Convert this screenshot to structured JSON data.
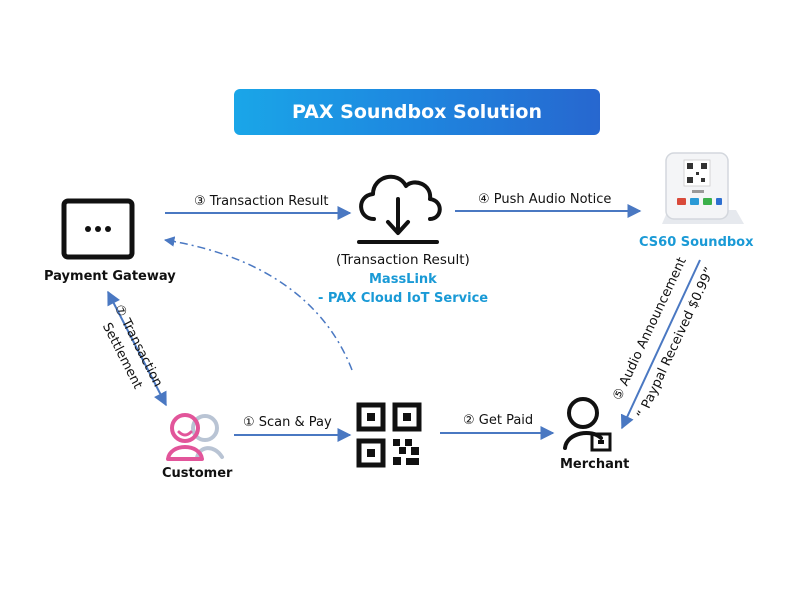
{
  "title": "PAX Soundbox Solution",
  "nodes": {
    "payment_gateway": "Payment Gateway",
    "cloud_caption": "(Transaction Result)",
    "masslink": "MassLink",
    "pax_cloud": "- PAX Cloud IoT Service",
    "soundbox": "CS60 Soundbox",
    "customer": "Customer",
    "merchant": "Merchant"
  },
  "edges": {
    "transaction_result": "③ Transaction Result",
    "push_audio_notice": "④ Push Audio Notice",
    "transaction_settlement_line1": "⑦ Transaction",
    "transaction_settlement_line2": "Settlement",
    "scan_pay": "① Scan & Pay",
    "get_paid": "② Get Paid",
    "audio_announcement": "⑤ Audio Announcement",
    "paypal_received": "“ Paypal Received $0.99”"
  },
  "colors": {
    "arrow": "#4a78c2",
    "accent_text": "#1a9ad6",
    "customer_primary": "#e2559a",
    "customer_secondary": "#b9c4d4"
  },
  "icons": [
    "monitor-icon",
    "cloud-download-icon",
    "soundbox-device-icon",
    "customer-icon",
    "qr-code-icon",
    "merchant-icon"
  ]
}
